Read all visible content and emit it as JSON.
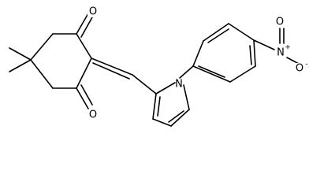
{
  "molecule": {
    "atoms": {
      "o_top": "O",
      "o_bottom": "O",
      "n_pyrrole": "N",
      "n_nitro": "N",
      "o_nitro_top": "O",
      "o_nitro_right": "O"
    },
    "charges": {
      "n_nitro": "+",
      "o_nitro_right": "-"
    }
  },
  "colors": {
    "bond": "#000000",
    "text": "#000000",
    "background": "#ffffff"
  }
}
